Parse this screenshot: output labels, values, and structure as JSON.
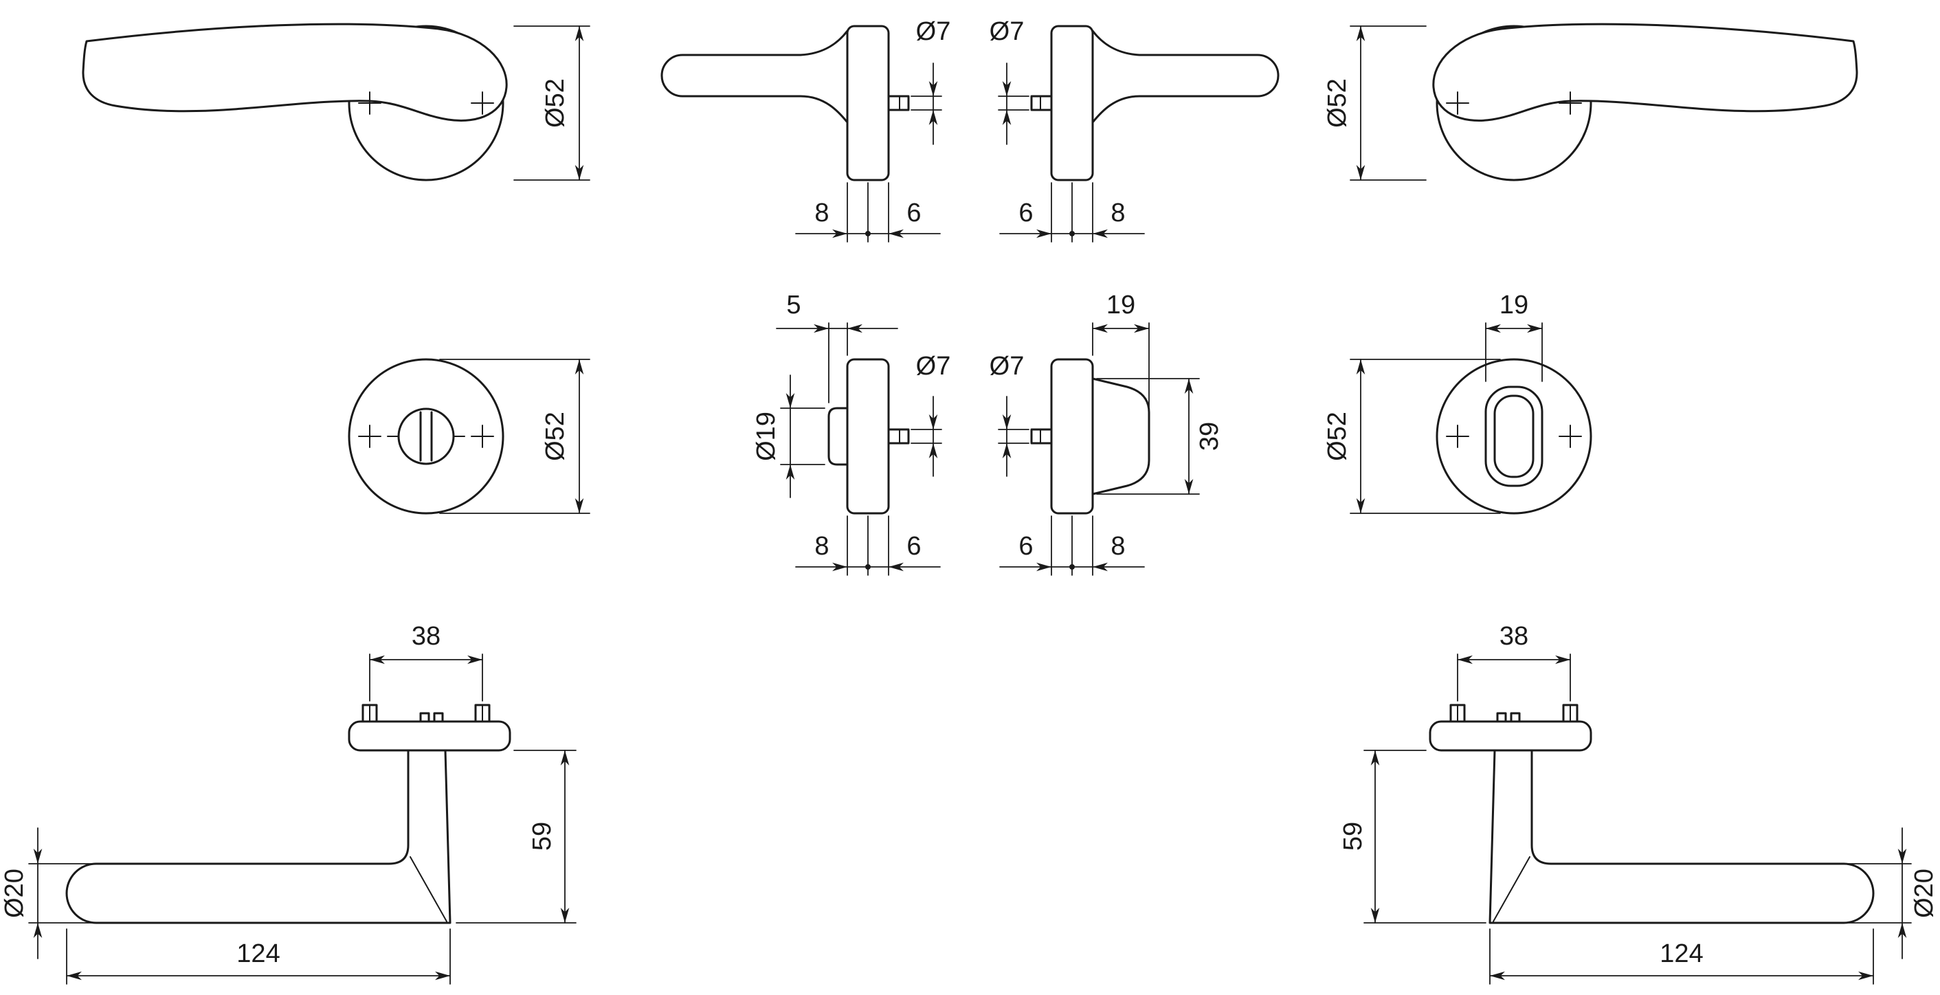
{
  "page": {
    "background": "#ffffff",
    "line_color": "#1a1a1a"
  },
  "views": {
    "lever_front_left": {
      "rosette_diameter": "Ø52"
    },
    "lever_side_left": {
      "screw_diameter": "Ø7",
      "dim_back": "8",
      "dim_front": "6"
    },
    "lever_side_right": {
      "screw_diameter": "Ø7",
      "dim_front": "6",
      "dim_back": "8"
    },
    "lever_front_right": {
      "rosette_diameter": "Ø52"
    },
    "turn_rosette_front_left": {
      "rosette_diameter": "Ø52"
    },
    "turn_rosette_side_left": {
      "turn_protrusion": "5",
      "turn_diameter": "Ø19",
      "screw_diameter": "Ø7",
      "dim_back": "8",
      "dim_front": "6"
    },
    "thumbturn_side_right": {
      "knob_depth": "19",
      "screw_diameter": "Ø7",
      "knob_height": "39",
      "dim_front": "6",
      "dim_back": "8"
    },
    "emergency_rosette_front_right": {
      "slot_width": "19",
      "rosette_diameter": "Ø52"
    },
    "lever_top_left": {
      "screw_spacing": "38",
      "grip_diameter": "Ø20",
      "neck_height": "59",
      "grip_length": "124"
    },
    "lever_top_right": {
      "screw_spacing": "38",
      "neck_height": "59",
      "grip_diameter": "Ø20",
      "grip_length": "124"
    }
  }
}
